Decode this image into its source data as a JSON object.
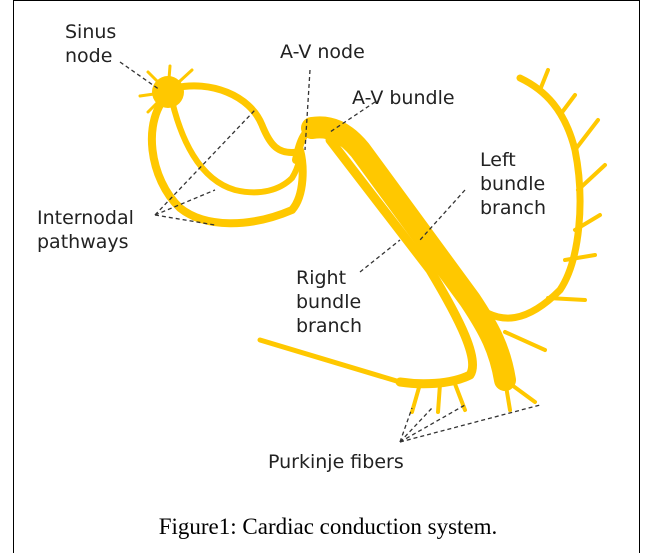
{
  "labels": {
    "sinus_node": [
      "Sinus",
      "node"
    ],
    "av_node": "A-V node",
    "av_bundle": "A-V bundle",
    "left_bundle_branch": [
      "Left",
      "bundle",
      "branch"
    ],
    "internodal_pathways": [
      "Internodal",
      "pathways"
    ],
    "right_bundle_branch": [
      "Right",
      "bundle",
      "branch"
    ],
    "purkinje_fibers": "Purkinje fibers"
  },
  "caption": "Figure1: Cardiac conduction system.",
  "colors": {
    "conduction": "#FFC800",
    "leader": "#333333"
  }
}
